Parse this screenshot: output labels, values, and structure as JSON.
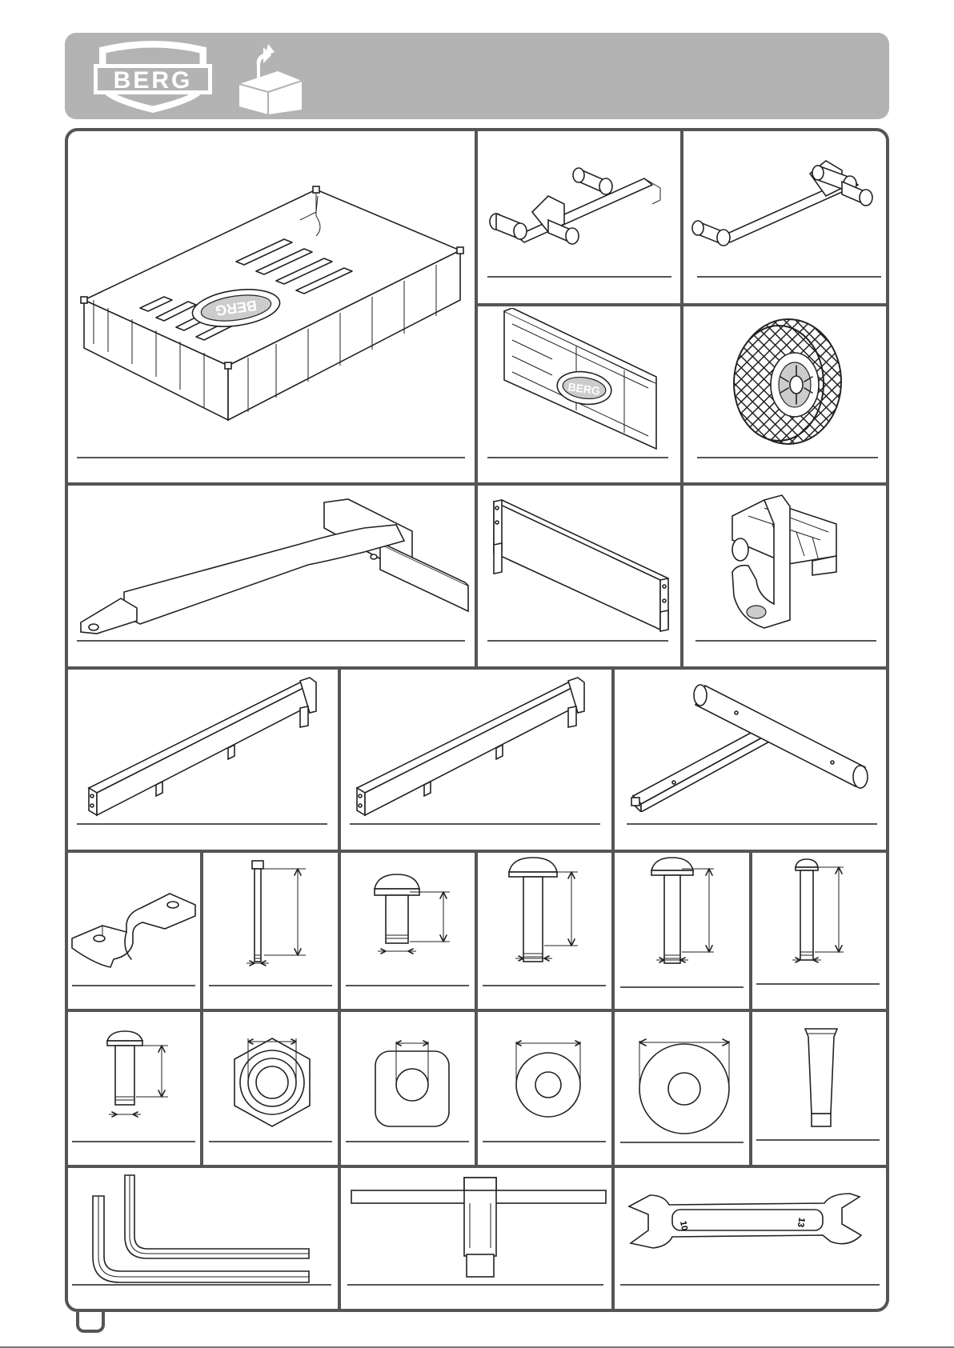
{
  "header": {
    "brand": "BERG",
    "background": "#b3b3b3",
    "box_icon": "unbox-arrow-icon"
  },
  "frame_color": "#555555",
  "parts": {
    "bucket": {
      "icon": "trailer-bucket-icon"
    },
    "axle_left": {
      "icon": "axle-frame-icon"
    },
    "axle_right": {
      "icon": "axle-frame-icon"
    },
    "front_panel": {
      "icon": "front-panel-icon",
      "logo_text": "BERG"
    },
    "wheel": {
      "icon": "wheel-icon"
    },
    "drawbar": {
      "icon": "drawbar-icon"
    },
    "rear_bar": {
      "icon": "rear-bar-icon"
    },
    "hitch": {
      "icon": "hitch-clamp-icon"
    },
    "side_beam_left": {
      "icon": "side-beam-icon"
    },
    "side_beam_right": {
      "icon": "side-beam-icon"
    },
    "t_frame": {
      "icon": "t-frame-icon"
    },
    "bracket": {
      "icon": "bracket-icon"
    },
    "bolt_a": {
      "icon": "bolt-icon"
    },
    "bolt_b": {
      "icon": "bolt-icon"
    },
    "bolt_c": {
      "icon": "bolt-icon"
    },
    "bolt_d": {
      "icon": "bolt-icon"
    },
    "bolt_e": {
      "icon": "bolt-icon"
    },
    "bolt_f": {
      "icon": "bolt-icon"
    },
    "hex_nut": {
      "icon": "hex-nut-icon"
    },
    "square_nut": {
      "icon": "square-nut-icon"
    },
    "washer_small": {
      "icon": "washer-icon"
    },
    "washer_large": {
      "icon": "washer-icon"
    },
    "grease_tube": {
      "icon": "grease-tube-icon"
    },
    "allen_keys": {
      "icon": "allen-key-icon"
    },
    "socket_wrench": {
      "icon": "socket-wrench-icon"
    },
    "spanner": {
      "icon": "spanner-icon",
      "size_left": "10",
      "size_right": "13"
    }
  }
}
